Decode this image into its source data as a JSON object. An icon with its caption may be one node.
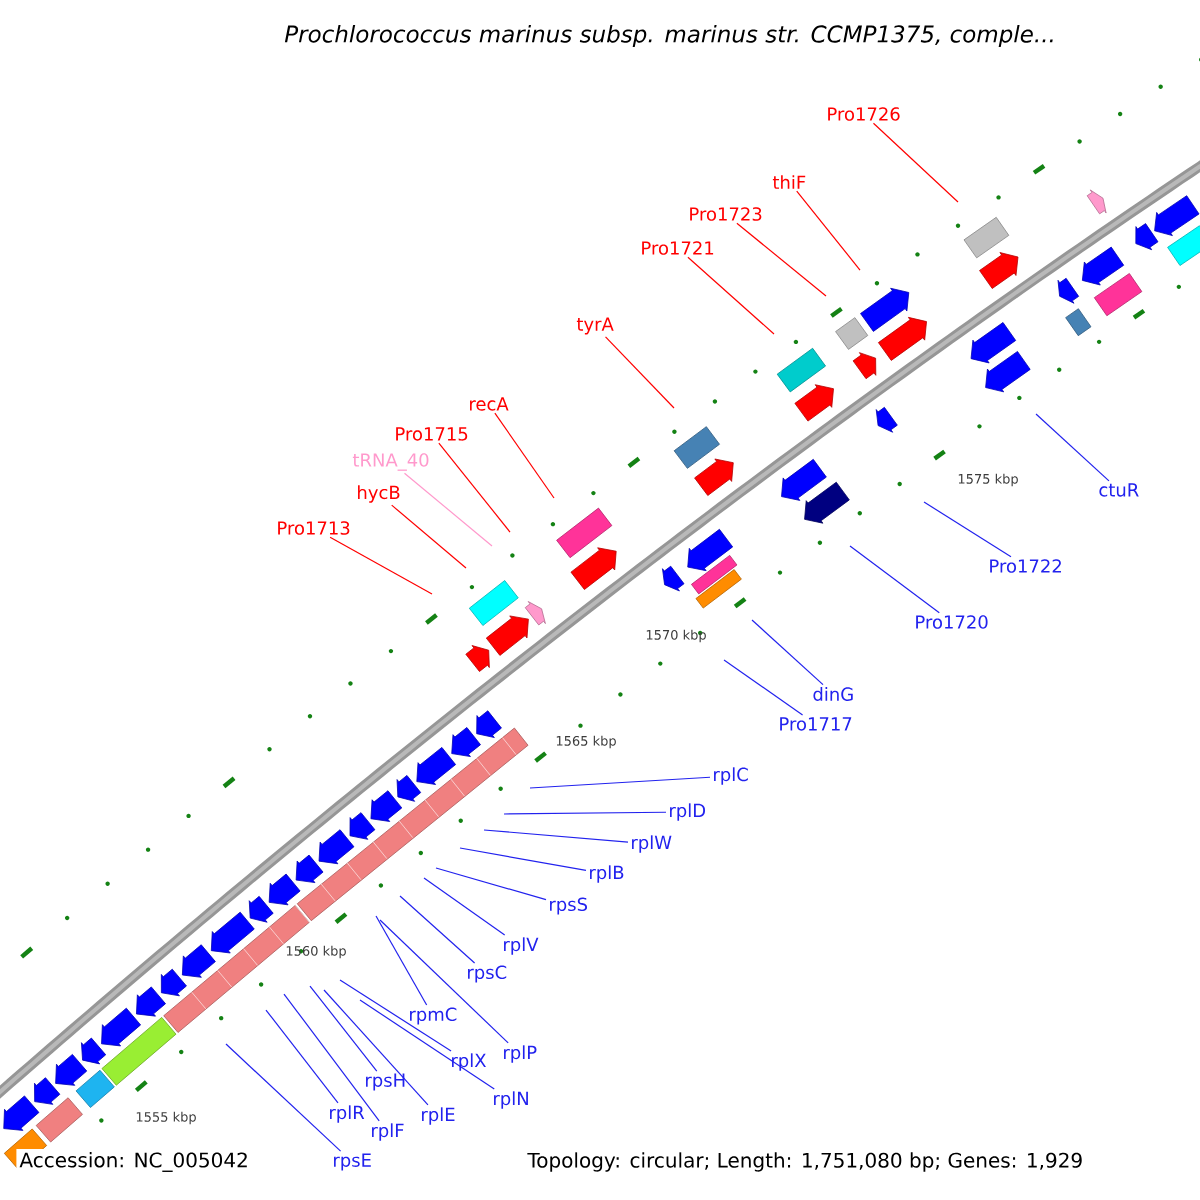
{
  "diagram": {
    "title": "Prochlorococcus marinus subsp. marinus str. CCMP1375, comple...",
    "nodes": [
      {
        "text": [
          "Pro1713"
        ]
      },
      {
        "text": [
          "hycB"
        ]
      },
      {
        "text": [
          "tRNA_40"
        ]
      },
      {
        "text": [
          "Pro1715"
        ]
      },
      {
        "text": [
          "recA"
        ]
      },
      {
        "text": [
          "tyrA"
        ]
      },
      {
        "text": [
          "Pro1721"
        ]
      },
      {
        "text": [
          "Pro1723"
        ]
      },
      {
        "text": [
          "thiF"
        ]
      },
      {
        "text": [
          "Pro1726"
        ]
      },
      {
        "text": [
          "ctuR"
        ]
      },
      {
        "text": [
          "Pro1722"
        ]
      },
      {
        "text": [
          "Pro1720"
        ]
      },
      {
        "text": [
          "dinG"
        ]
      },
      {
        "text": [
          "Pro1717"
        ]
      },
      {
        "text": [
          "rplC"
        ]
      },
      {
        "text": [
          "rplD"
        ]
      },
      {
        "text": [
          "rplW"
        ]
      },
      {
        "text": [
          "rplB"
        ]
      },
      {
        "text": [
          "rpsS"
        ]
      },
      {
        "text": [
          "rplV"
        ]
      },
      {
        "text": [
          "rpsC"
        ]
      },
      {
        "text": [
          "rpmC"
        ]
      },
      {
        "text": [
          "rplP"
        ]
      },
      {
        "text": [
          "rplX"
        ]
      },
      {
        "text": [
          "rplN"
        ]
      },
      {
        "text": [
          "rpsH"
        ]
      },
      {
        "text": [
          "rplE"
        ]
      },
      {
        "text": [
          "rplR"
        ]
      },
      {
        "text": [
          "rplF"
        ]
      },
      {
        "text": [
          "rpsE"
        ]
      }
    ],
    "edges": [
      {
        "from": 0,
        "to": null,
        "arrow": "none",
        "color": "#ff0000"
      },
      {
        "from": 1,
        "to": null,
        "arrow": "none",
        "color": "#ff0000"
      },
      {
        "from": 2,
        "to": null,
        "arrow": "none",
        "color": "#ff99cc"
      },
      {
        "from": 3,
        "to": null,
        "arrow": "none",
        "color": "#ff0000"
      },
      {
        "from": 4,
        "to": null,
        "arrow": "none",
        "color": "#ff0000"
      },
      {
        "from": 5,
        "to": null,
        "arrow": "none",
        "color": "#ff0000"
      },
      {
        "from": 6,
        "to": null,
        "arrow": "none",
        "color": "#ff0000"
      },
      {
        "from": 7,
        "to": null,
        "arrow": "none",
        "color": "#ff0000"
      },
      {
        "from": 8,
        "to": null,
        "arrow": "none",
        "color": "#ff0000"
      },
      {
        "from": 9,
        "to": null,
        "arrow": "none",
        "color": "#ff0000"
      },
      {
        "from": 10,
        "to": null,
        "arrow": "none"
      },
      {
        "from": 11,
        "to": null,
        "arrow": "none"
      },
      {
        "from": 12,
        "to": null,
        "arrow": "none"
      },
      {
        "from": 13,
        "to": null,
        "arrow": "none"
      },
      {
        "from": 14,
        "to": null,
        "arrow": "none"
      },
      {
        "from": 15,
        "to": null,
        "arrow": "none"
      },
      {
        "from": 16,
        "to": null,
        "arrow": "none"
      },
      {
        "from": 17,
        "to": null,
        "arrow": "none"
      },
      {
        "from": 18,
        "to": null,
        "arrow": "none"
      },
      {
        "from": 19,
        "to": null,
        "arrow": "none"
      },
      {
        "from": 20,
        "to": null,
        "arrow": "none"
      },
      {
        "from": 21,
        "to": null,
        "arrow": "none"
      },
      {
        "from": 22,
        "to": null,
        "arrow": "none"
      },
      {
        "from": 23,
        "to": null,
        "arrow": "none"
      },
      {
        "from": 24,
        "to": null,
        "arrow": "none"
      },
      {
        "from": 25,
        "to": null,
        "arrow": "none"
      },
      {
        "from": 26,
        "to": null,
        "arrow": "none"
      },
      {
        "from": 27,
        "to": null,
        "arrow": "none"
      },
      {
        "from": 28,
        "to": null,
        "arrow": "none"
      },
      {
        "from": 29,
        "to": null,
        "arrow": "none"
      },
      {
        "from": 30,
        "to": null,
        "arrow": "none"
      }
    ],
    "labels": [
      "1575 kbp",
      "1570 kbp",
      "1565 kbp",
      "1560 kbp",
      "1555 kbp",
      "Accession: NC_005042",
      "Topology: circular; Length: 1,751,080 bp; Genes: 1,929"
    ]
  }
}
